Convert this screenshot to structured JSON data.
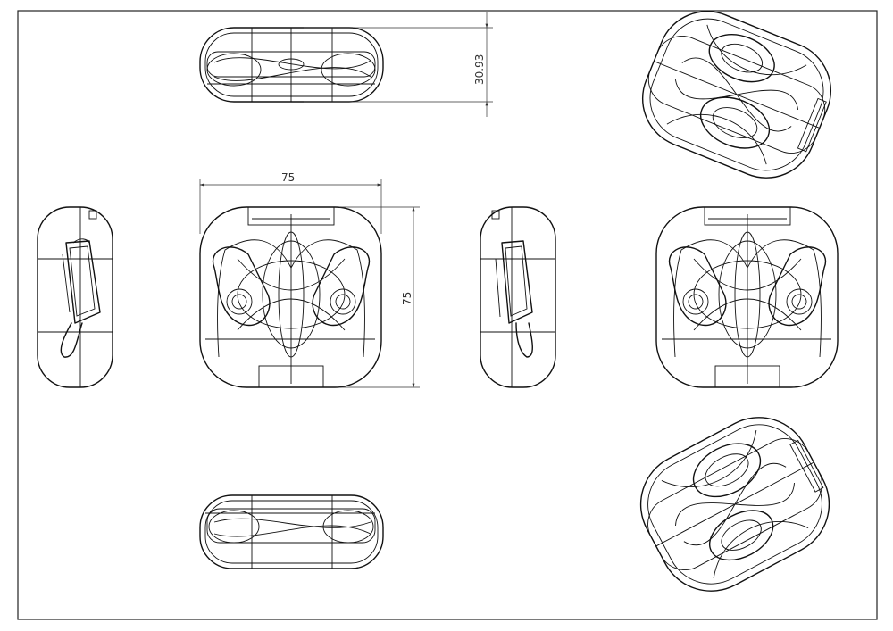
{
  "dimensions": {
    "width": "75",
    "height": "75",
    "thickness": "30.93"
  }
}
